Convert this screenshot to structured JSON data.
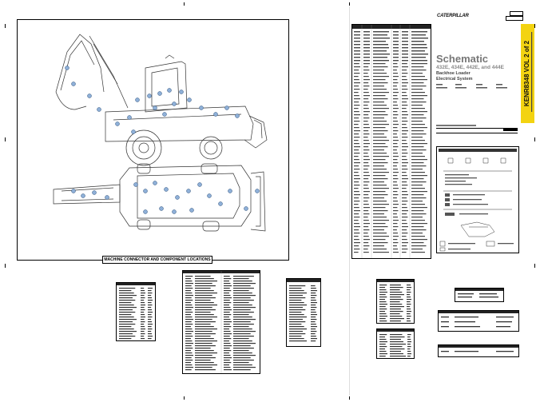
{
  "header": {
    "logo_text": "CATERPILLAR",
    "doc_number_box_1": "",
    "doc_number_box_2": ""
  },
  "title_block": {
    "title": "Schematic",
    "models": "432E, 434E, 442E, and 444E",
    "subtitle_1": "Backhoe Loader",
    "subtitle_2": "Electrical System"
  },
  "side_tab": {
    "label": "KENR8348 VOL 2 of 2"
  },
  "machine_view": {
    "caption": "MACHINE CONNECTOR AND COMPONENT LOCATIONS"
  },
  "colors": {
    "tab_yellow": "#f3d311",
    "ink": "#000000",
    "logo_black": "#111111"
  }
}
